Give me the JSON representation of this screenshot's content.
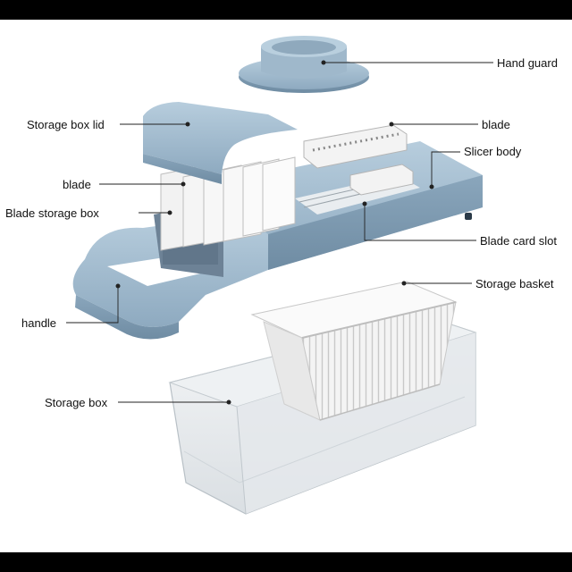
{
  "labels": {
    "hand_guard": "Hand guard",
    "blade_top": "blade",
    "slicer_body": "Slicer body",
    "storage_box_lid": "Storage box lid",
    "blade_left": "blade",
    "blade_storage_box": "Blade storage box",
    "blade_card_slot": "Blade card slot",
    "storage_basket": "Storage basket",
    "handle": "handle",
    "storage_box": "Storage box"
  },
  "colors": {
    "body_blue": "#9db8cc",
    "body_blue_dark": "#7e9bb1",
    "body_blue_light": "#b7cddd",
    "basket_white": "#f2f2f2",
    "box_clear": "#e9ecef",
    "background": "#ffffff",
    "letterbox": "#000000"
  }
}
